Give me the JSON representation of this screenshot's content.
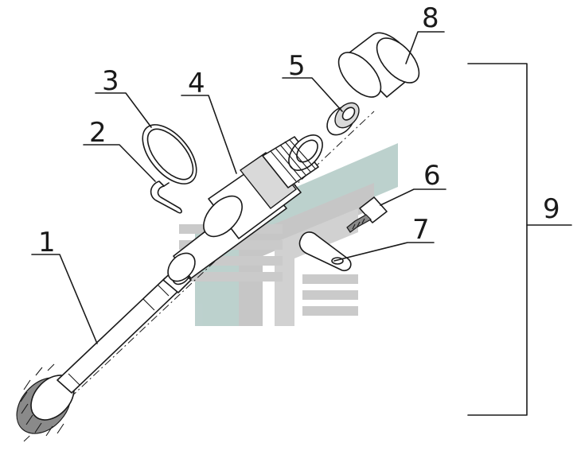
{
  "callouts": {
    "c1": "1",
    "c2": "2",
    "c3": "3",
    "c4": "4",
    "c5": "5",
    "c6": "6",
    "c7": "7",
    "c8": "8",
    "c9": "9"
  },
  "colors": {
    "line": "#1a1a1a",
    "watermark_grey": "#bdbdbd",
    "watermark_teal": "#b9cfcb",
    "background": "#ffffff"
  }
}
